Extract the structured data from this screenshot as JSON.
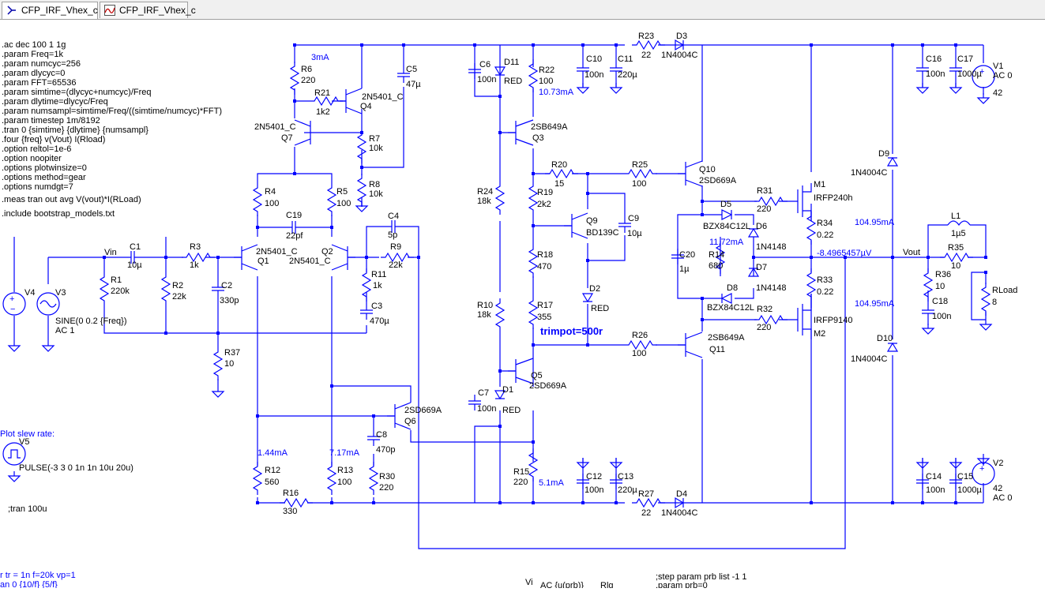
{
  "tabs": [
    {
      "label": "CFP_IRF_Vhex_c",
      "active": true,
      "icon": "schematic-icon"
    },
    {
      "label": "CFP_IRF_Vhex_c",
      "active": false,
      "icon": "waveform-icon"
    }
  ],
  "directives": [
    ".ac dec 100 1 1g",
    ".param Freq=1k",
    ".param numcyc=256",
    ".param dlycyc=0",
    ".param FFT=65536",
    ".param simtime=(dlycyc+numcyc)/Freq",
    ".param dlytime=dlycyc/Freq",
    ".param numsampl=simtime/Freq/((simtime/numcyc)*FFT)",
    ".param timestep 1m/8192",
    ".tran 0 {simtime} {dlytime} {numsampl}",
    ".four {freq} v(Vout) I(Rload)",
    ".option reltol=1e-6",
    ".option noopiter",
    ".options plotwinsize=0",
    ".options method=gear",
    ".options numdgt=7",
    ".meas tran out avg V(vout)*I(RLoad)",
    ".include bootstrap_models.txt"
  ],
  "bottom_texts": {
    "plot_slew": "Plot slew rate:",
    "tran": ";tran 100u",
    "line1": "r tr = 1n f=20k vp=1",
    "line2": "an 0 {10/f} {5/f}",
    "step": ";step param prb list -1 1",
    "param": ".param prb=0",
    "vi": "Vi",
    "ac": "AC {u(prb)}",
    "rlg": "Rlg"
  },
  "components": [
    {
      "name": "R6",
      "value": "220"
    },
    {
      "name": "R21",
      "value": "1k2"
    },
    {
      "name": "Q4",
      "value": "2N5401_C"
    },
    {
      "name": "C5",
      "value": "47µ"
    },
    {
      "name": "Q7",
      "value": "2N5401_C"
    },
    {
      "name": "R7",
      "value": "10k"
    },
    {
      "name": "R8",
      "value": "10k"
    },
    {
      "name": "R4",
      "value": "100"
    },
    {
      "name": "R5",
      "value": "100"
    },
    {
      "name": "C19",
      "value": "22pf"
    },
    {
      "name": "C4",
      "value": "5p"
    },
    {
      "name": "Q1",
      "value": "2N5401_C"
    },
    {
      "name": "Q2",
      "value": "2N5401_C"
    },
    {
      "name": "R9",
      "value": "22k"
    },
    {
      "name": "R11",
      "value": "1k"
    },
    {
      "name": "C3",
      "value": "470µ"
    },
    {
      "name": "C1",
      "value": "10µ"
    },
    {
      "name": "R3",
      "value": "1k"
    },
    {
      "name": "R1",
      "value": "220k"
    },
    {
      "name": "R2",
      "value": "22k"
    },
    {
      "name": "C2",
      "value": "330p"
    },
    {
      "name": "R37",
      "value": "10"
    },
    {
      "name": "V4",
      "value": ""
    },
    {
      "name": "V3",
      "value": "SINE(0 0.2 {Freq})"
    },
    {
      "name": "Q6",
      "value": "2SD669A"
    },
    {
      "name": "C8",
      "value": "470p"
    },
    {
      "name": "R12",
      "value": "560"
    },
    {
      "name": "R13",
      "value": "100"
    },
    {
      "name": "R30",
      "value": "220"
    },
    {
      "name": "R16",
      "value": "330"
    },
    {
      "name": "V5",
      "value": "PULSE(-3 3 0 1n 1n 10u 20u)"
    },
    {
      "name": "C6",
      "value": "100n"
    },
    {
      "name": "D11",
      "value": "RED"
    },
    {
      "name": "R22",
      "value": "100"
    },
    {
      "name": "C10",
      "value": "100n"
    },
    {
      "name": "C11",
      "value": "220µ"
    },
    {
      "name": "R23",
      "value": "22"
    },
    {
      "name": "D3",
      "value": "1N4004C"
    },
    {
      "name": "Q3",
      "value": "2SB649A"
    },
    {
      "name": "R24",
      "value": "18k"
    },
    {
      "name": "R20",
      "value": "15"
    },
    {
      "name": "R19",
      "value": "2k2"
    },
    {
      "name": "R25",
      "value": "100"
    },
    {
      "name": "Q10",
      "value": "2SD669A"
    },
    {
      "name": "Q9",
      "value": "BD139C"
    },
    {
      "name": "C9",
      "value": "10µ"
    },
    {
      "name": "R18",
      "value": "470"
    },
    {
      "name": "D2",
      "value": "RED"
    },
    {
      "name": "R10",
      "value": "18k"
    },
    {
      "name": "R17",
      "value": "355"
    },
    {
      "name": "R26",
      "value": "100"
    },
    {
      "name": "Q11",
      "value": "2SB649A"
    },
    {
      "name": "Q5",
      "value": "2SD669A"
    },
    {
      "name": "C7",
      "value": "100n"
    },
    {
      "name": "D1",
      "value": "RED"
    },
    {
      "name": "R15",
      "value": "220"
    },
    {
      "name": "C12",
      "value": "100n"
    },
    {
      "name": "C13",
      "value": "220µ"
    },
    {
      "name": "R27",
      "value": "22"
    },
    {
      "name": "D4",
      "value": "1N4004C"
    },
    {
      "name": "D5",
      "value": "BZX84C12L"
    },
    {
      "name": "D6",
      "value": "1N4148"
    },
    {
      "name": "C20",
      "value": "1µ"
    },
    {
      "name": "R14",
      "value": "680"
    },
    {
      "name": "D7",
      "value": "1N4148"
    },
    {
      "name": "D8",
      "value": "BZX84C12L"
    },
    {
      "name": "R31",
      "value": "220"
    },
    {
      "name": "R32",
      "value": "220"
    },
    {
      "name": "M1",
      "value": "IRFP240h"
    },
    {
      "name": "M2",
      "value": "IRFP9140"
    },
    {
      "name": "R34",
      "value": "0.22"
    },
    {
      "name": "R33",
      "value": "0.22"
    },
    {
      "name": "C16",
      "value": "100n"
    },
    {
      "name": "C17",
      "value": "1000µ"
    },
    {
      "name": "V1",
      "value": "AC 0"
    },
    {
      "name": "D9",
      "value": "1N4004C"
    },
    {
      "name": "D10",
      "value": "1N4004C"
    },
    {
      "name": "L1",
      "value": "1µ5"
    },
    {
      "name": "R35",
      "value": "10"
    },
    {
      "name": "R36",
      "value": "10"
    },
    {
      "name": "C18",
      "value": "100n"
    },
    {
      "name": "RLoad",
      "value": "8"
    },
    {
      "name": "C14",
      "value": "100n"
    },
    {
      "name": "C15",
      "value": "1000µ"
    },
    {
      "name": "V2",
      "value": "42"
    }
  ],
  "supply_values": {
    "v1_dc": "42",
    "v2_ac": "AC 0",
    "v3_ac": "AC 1"
  },
  "nets": {
    "vin": "Vin",
    "vout": "Vout"
  },
  "annotations": {
    "i_3ma": "3mA",
    "i_1073": "10.73mA",
    "i_144": "1.44mA",
    "i_717": "7.17mA",
    "i_51": "5.1mA",
    "i_1172": "11.72mA",
    "i_10495a": "104.95mA",
    "i_10495b": "104.95mA",
    "v_out": "-8.4965457µV",
    "trimpot": "trimpot=500r"
  },
  "colors": {
    "wire": "#0000ff",
    "text": "#000000",
    "tab_bg": "#f0f0f0",
    "led": "#ff0000"
  }
}
